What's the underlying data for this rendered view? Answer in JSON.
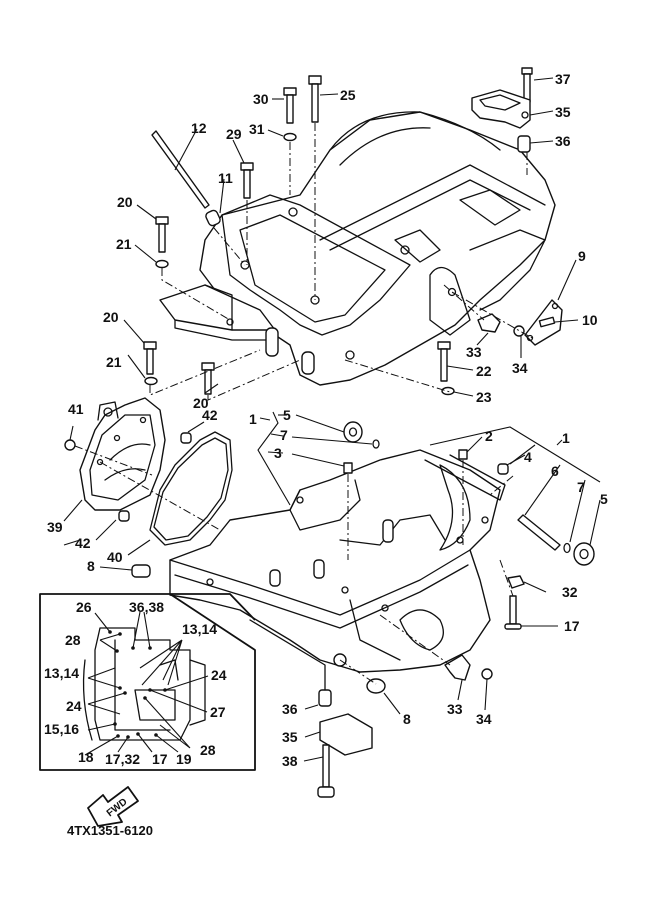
{
  "diagram": {
    "title": "Crankcase exploded parts diagram",
    "diagram_code": "4TX1351-6120",
    "direction_marker": "FWD",
    "callouts": [
      {
        "id": "c37",
        "text": "37",
        "part": "bolt"
      },
      {
        "id": "c35a",
        "text": "35",
        "part": "engine mount bracket"
      },
      {
        "id": "c36a",
        "text": "36",
        "part": "collar"
      },
      {
        "id": "c30",
        "text": "30",
        "part": "bolt"
      },
      {
        "id": "c25",
        "text": "25",
        "part": "bolt"
      },
      {
        "id": "c12",
        "text": "12",
        "part": "stud bolt"
      },
      {
        "id": "c29",
        "text": "29",
        "part": "bolt"
      },
      {
        "id": "c31",
        "text": "31",
        "part": "washer"
      },
      {
        "id": "c11",
        "text": "11",
        "part": "dowel"
      },
      {
        "id": "c20a",
        "text": "20",
        "part": "bolt"
      },
      {
        "id": "c21a",
        "text": "21",
        "part": "washer"
      },
      {
        "id": "c9",
        "text": "9",
        "part": "plate"
      },
      {
        "id": "c10",
        "text": "10",
        "part": "screw"
      },
      {
        "id": "c20b",
        "text": "20",
        "part": "bolt"
      },
      {
        "id": "c21b",
        "text": "21",
        "part": "washer"
      },
      {
        "id": "c33a",
        "text": "33",
        "part": "clamp"
      },
      {
        "id": "c34a",
        "text": "34",
        "part": "screw"
      },
      {
        "id": "c22",
        "text": "22",
        "part": "bolt"
      },
      {
        "id": "c20c",
        "text": "20",
        "part": "bolt"
      },
      {
        "id": "c23",
        "text": "23",
        "part": "washer"
      },
      {
        "id": "c41",
        "text": "41",
        "part": "screw"
      },
      {
        "id": "c42a",
        "text": "42",
        "part": "dowel pin"
      },
      {
        "id": "c1a",
        "text": "1",
        "part": "crankcase assy"
      },
      {
        "id": "c5a",
        "text": "5",
        "part": "oil seal"
      },
      {
        "id": "c7a",
        "text": "7",
        "part": "o-ring"
      },
      {
        "id": "c3",
        "text": "3",
        "part": "plug"
      },
      {
        "id": "c2",
        "text": "2",
        "part": "plug"
      },
      {
        "id": "c1b",
        "text": "1",
        "part": "crankcase assy"
      },
      {
        "id": "c4",
        "text": "4",
        "part": "dowel"
      },
      {
        "id": "c6",
        "text": "6",
        "part": "pipe"
      },
      {
        "id": "c7b",
        "text": "7",
        "part": "o-ring"
      },
      {
        "id": "c5b",
        "text": "5",
        "part": "oil seal"
      },
      {
        "id": "c39",
        "text": "39",
        "part": "cover"
      },
      {
        "id": "c42b",
        "text": "42",
        "part": "dowel pin"
      },
      {
        "id": "c40",
        "text": "40",
        "part": "gasket"
      },
      {
        "id": "c8a",
        "text": "8",
        "part": "plug"
      },
      {
        "id": "c32",
        "text": "32",
        "part": "clip"
      },
      {
        "id": "c17a",
        "text": "17",
        "part": "bolt"
      },
      {
        "id": "c36b",
        "text": "36",
        "part": "collar"
      },
      {
        "id": "c8b",
        "text": "8",
        "part": "plug"
      },
      {
        "id": "c33b",
        "text": "33",
        "part": "clamp"
      },
      {
        "id": "c34b",
        "text": "34",
        "part": "screw"
      },
      {
        "id": "c35b",
        "text": "35",
        "part": "engine mount bracket"
      },
      {
        "id": "c38",
        "text": "38",
        "part": "bolt"
      }
    ],
    "inset": {
      "title": "Bolt location detail",
      "callouts": [
        {
          "id": "i26",
          "text": "26"
        },
        {
          "id": "i3638",
          "text": "36,38"
        },
        {
          "id": "i28a",
          "text": "28"
        },
        {
          "id": "i1314a",
          "text": "13,14"
        },
        {
          "id": "i1314b",
          "text": "13,14"
        },
        {
          "id": "i24a",
          "text": "24"
        },
        {
          "id": "i24b",
          "text": "24"
        },
        {
          "id": "i27",
          "text": "27"
        },
        {
          "id": "i1516",
          "text": "15,16"
        },
        {
          "id": "i28b",
          "text": "28"
        },
        {
          "id": "i18",
          "text": "18"
        },
        {
          "id": "i1732",
          "text": "17,32"
        },
        {
          "id": "i17",
          "text": "17"
        },
        {
          "id": "i19",
          "text": "19"
        }
      ]
    }
  }
}
